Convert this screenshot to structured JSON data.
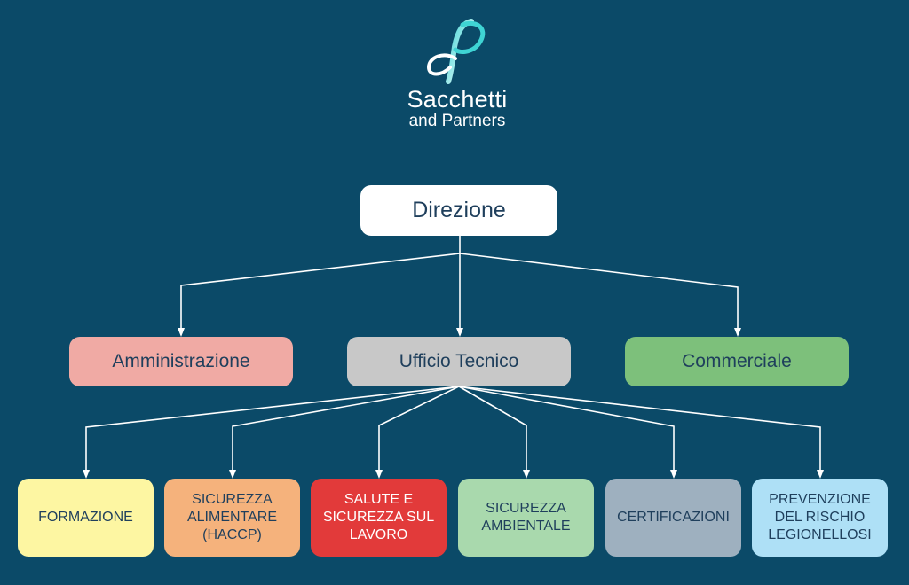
{
  "logo": {
    "icon": "sp-monogram-icon",
    "line1": "Sacchetti",
    "line2": "and Partners"
  },
  "colors": {
    "background": "#0b4a68",
    "connector": "#ffffff",
    "text": "#1f3f5c"
  },
  "top": {
    "label": "Direzione",
    "color": "#ffffff"
  },
  "middle": [
    {
      "id": "amministrazione",
      "label": "Amministrazione",
      "color": "#f0aaa4"
    },
    {
      "id": "ufficio-tecnico",
      "label": "Ufficio Tecnico",
      "color": "#c8c8c8"
    },
    {
      "id": "commerciale",
      "label": "Commerciale",
      "color": "#7dc07b"
    }
  ],
  "bottom": [
    {
      "id": "formazione",
      "label": "FORMAZIONE",
      "color": "#fdf6a2"
    },
    {
      "id": "sicurezza-alimentare",
      "label": "SICUREZZA ALIMENTARE (HACCP)",
      "color": "#f5b27c"
    },
    {
      "id": "salute-sicurezza-lavoro",
      "label": "SALUTE E SICUREZZA SUL LAVORO",
      "color": "#e23a3a",
      "text_color": "#ffffff"
    },
    {
      "id": "sicurezza-ambientale",
      "label": "SICUREZZA AMBIENTALE",
      "color": "#a9d9ad"
    },
    {
      "id": "certificazioni",
      "label": "CERTIFICAZIONI",
      "color": "#9eb0bf"
    },
    {
      "id": "prevenzione-legionellosi",
      "label": "PREVENZIONE DEL RISCHIO LEGIONELLOSI",
      "color": "#aee0f6"
    }
  ]
}
